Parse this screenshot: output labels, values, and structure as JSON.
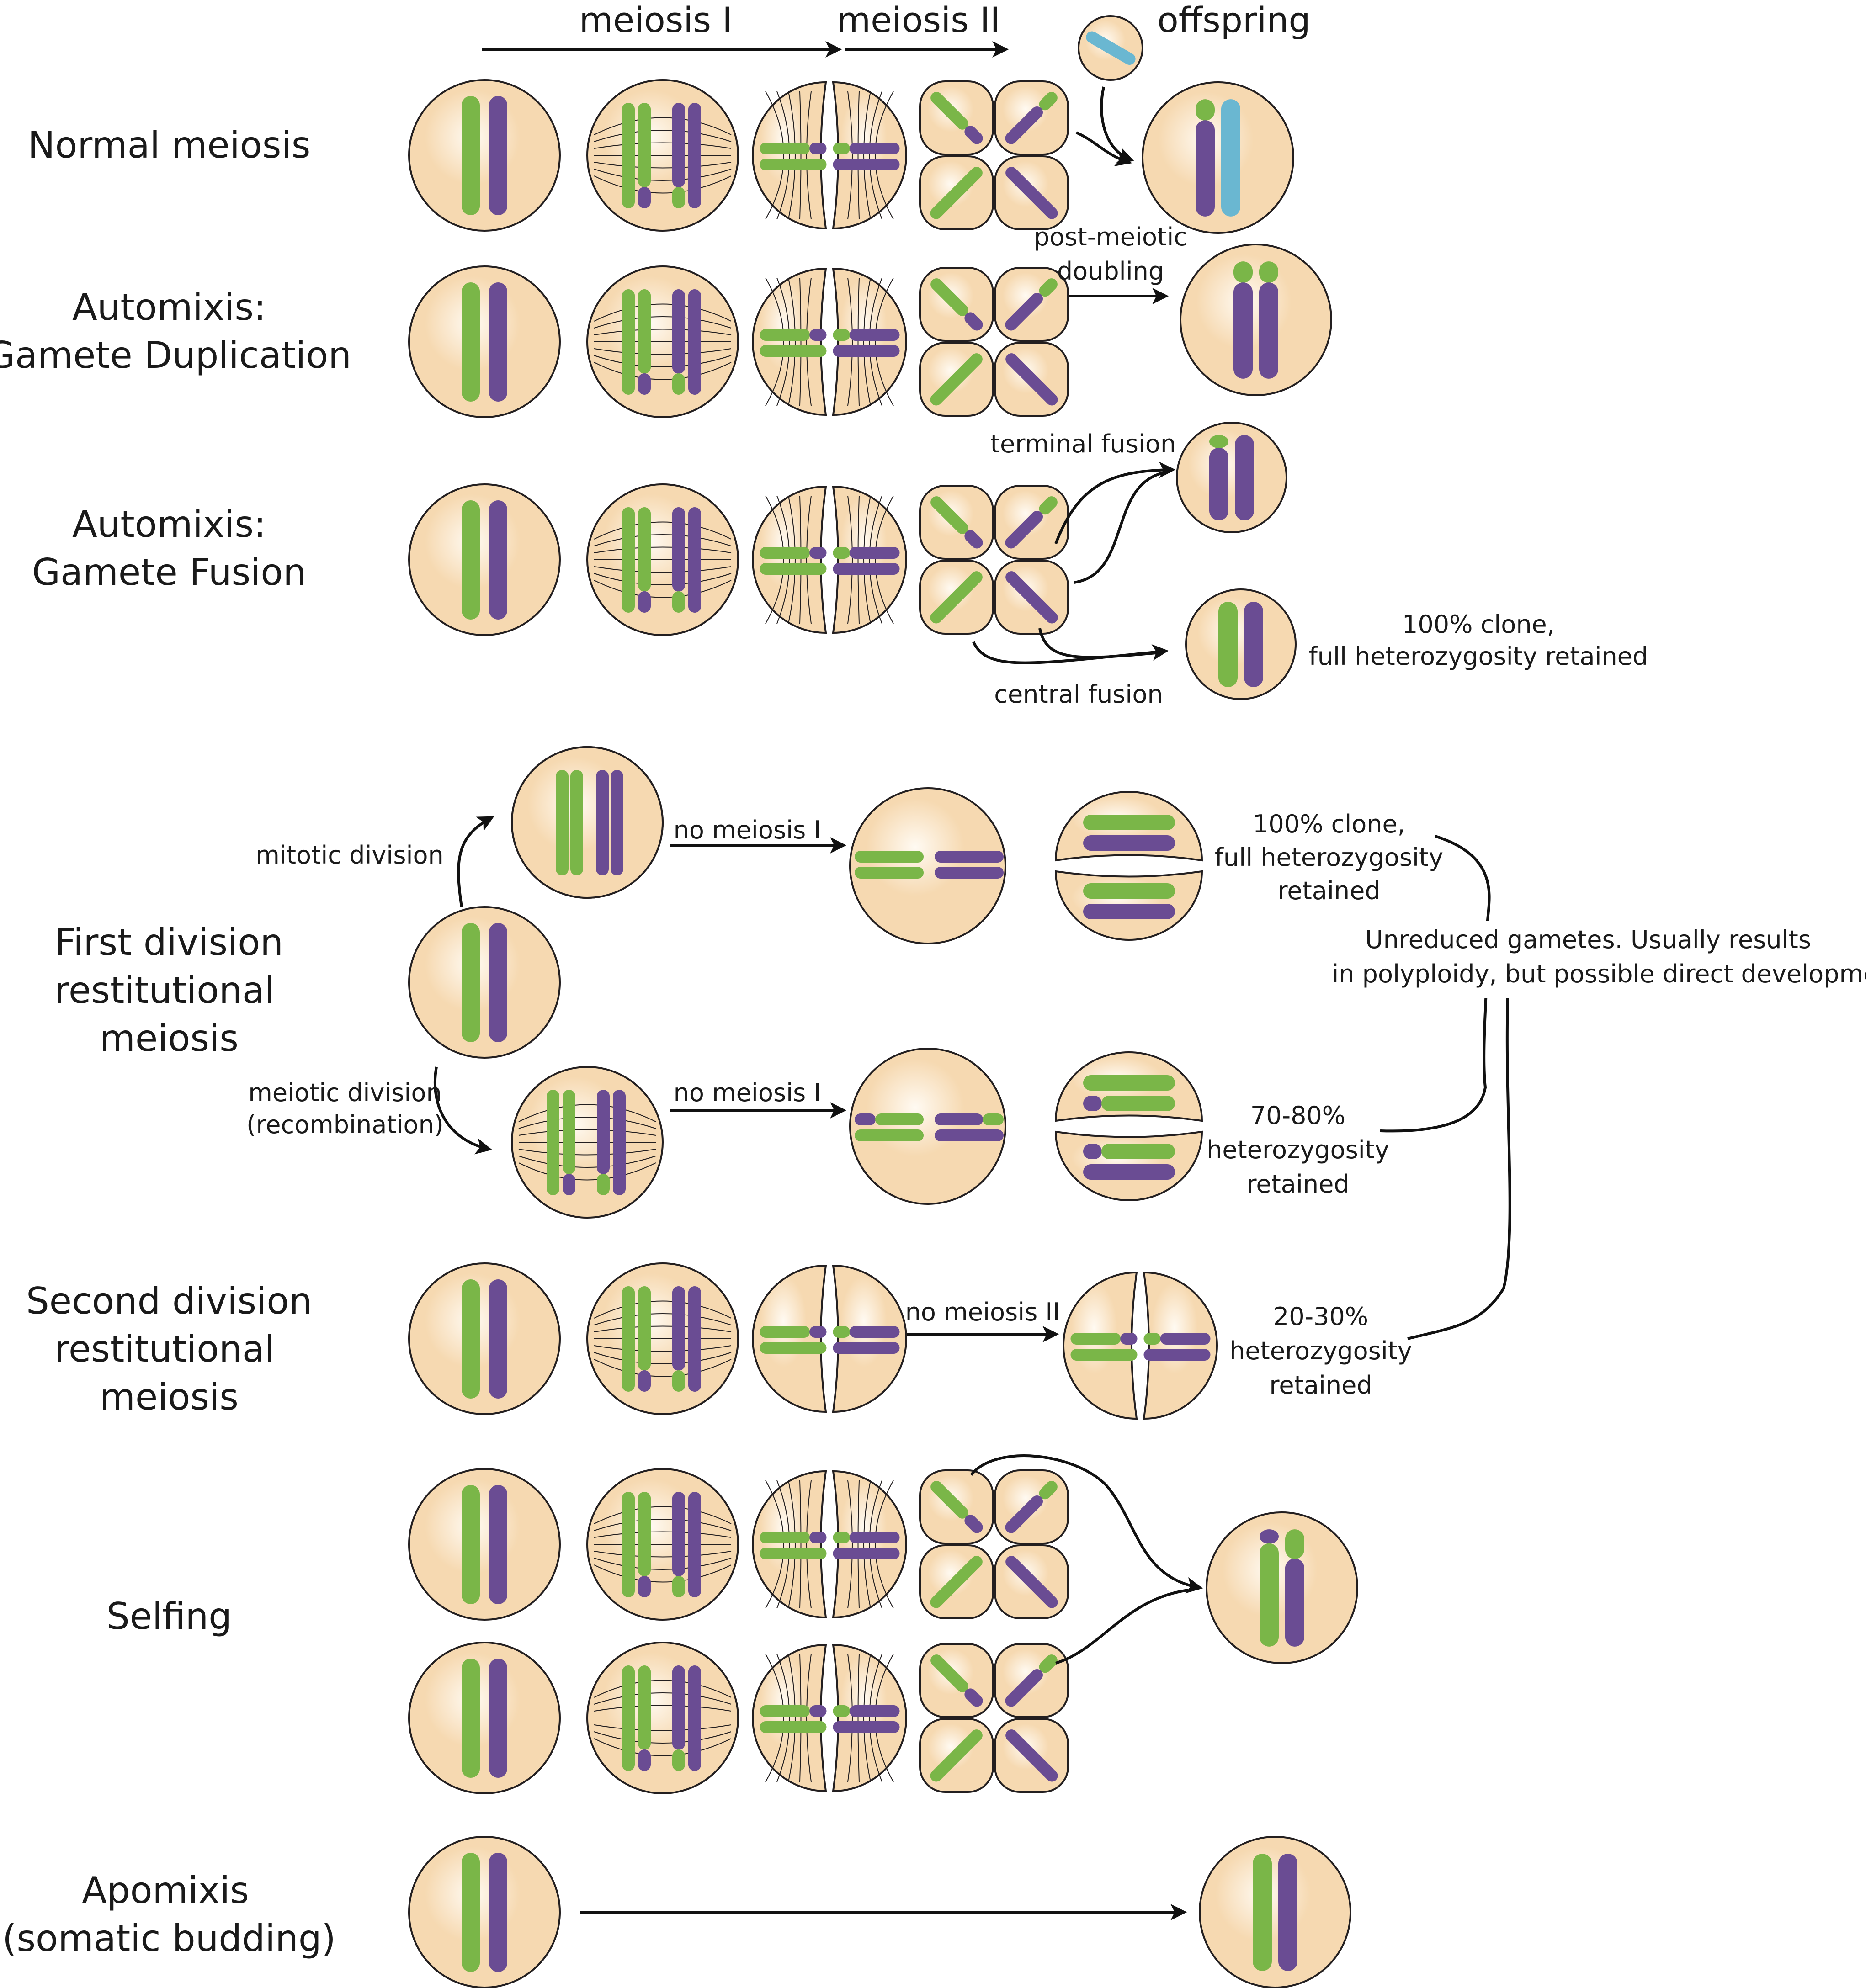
{
  "colors": {
    "cell": "#f6d9b1",
    "green": "#7ab648",
    "purple": "#6a4c93",
    "blue": "#6ab7d1",
    "outline": "#231f20"
  },
  "header": {
    "meiosis_1": "meiosis I",
    "meiosis_2": "meiosis II",
    "offspring": "offspring"
  },
  "rows": {
    "normal": "Normal meiosis",
    "gamete_dup_1": "Automixis:",
    "gamete_dup_2": "Gamete Duplication",
    "gamete_fus_1": "Automixis:",
    "gamete_fus_2": "Gamete Fusion",
    "fdr_1": "First division",
    "fdr_2": "restitutional",
    "fdr_3": "meiosis",
    "sdr_1": "Second division",
    "sdr_2": "restitutional",
    "sdr_3": "meiosis",
    "selfing": "Selfing",
    "apomixis_1": "Apomixis",
    "apomixis_2": "(somatic budding)"
  },
  "labels": {
    "post_meiotic_1": "post-meiotic",
    "post_meiotic_2": "doubling",
    "terminal_fusion": "terminal fusion",
    "central_fusion": "central fusion",
    "clone_1": "100% clone,",
    "clone_2": "full heterozygosity retained",
    "mitotic": "mitotic division",
    "meiotic_1": "meiotic division",
    "meiotic_2": "(recombination)",
    "no_meiosis_1a": "no meiosis I",
    "no_meiosis_1b": "no meiosis I",
    "no_meiosis_2": "no meiosis II",
    "fdr_clone_1": "100% clone,",
    "fdr_clone_2": "full heterozygosity",
    "fdr_clone_3": "retained",
    "unreduced_1": "Unreduced gametes. Usually results",
    "unreduced_2": "in polyploidy, but possible direct development",
    "het_7080_1": "70-80%",
    "het_7080_2": "heterozygosity",
    "het_7080_3": "retained",
    "het_2030_1": "20-30%",
    "het_2030_2": "heterozygosity",
    "het_2030_3": "retained"
  }
}
